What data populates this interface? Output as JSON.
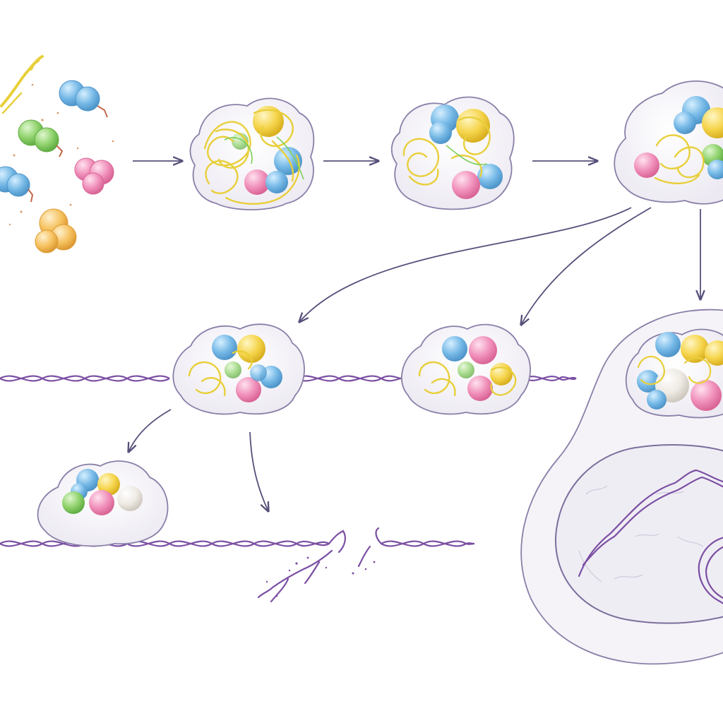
{
  "diagram": {
    "text_labels": [],
    "stages": [
      {
        "id": "free-components",
        "depicts": "free-protein-subunits-and-rna-strands"
      },
      {
        "id": "loose-assembly",
        "depicts": "loosely-bound-complex"
      },
      {
        "id": "compacted-assembly",
        "depicts": "compacted-complex"
      },
      {
        "id": "mature-granule",
        "depicts": "mature-granule"
      },
      {
        "id": "granule-on-filament-a",
        "depicts": "granule-docked-on-filament"
      },
      {
        "id": "granule-on-filament-b",
        "depicts": "granule-docked-on-filament"
      },
      {
        "id": "small-complex-on-filament",
        "depicts": "small-complex-on-filament"
      },
      {
        "id": "cleaved-filament",
        "depicts": "broken-filament-fragments"
      },
      {
        "id": "enveloped-granule",
        "depicts": "granule-inside-vesicle-with-filament"
      }
    ],
    "colors": {
      "background": "#ffffff",
      "envelope_fill": "#f4f2f7",
      "envelope_stroke": "#8a7fa8",
      "arrow": "#55507a",
      "filament": "#7b4fa3",
      "rna": "#e8cf3a",
      "subunit_blue": "#74b8e6",
      "subunit_green": "#8ed16a",
      "subunit_pink": "#f08fba",
      "subunit_orange": "#f6c25f",
      "subunit_yellow": "#f5d44a",
      "subunit_white": "#eeeae4"
    }
  }
}
